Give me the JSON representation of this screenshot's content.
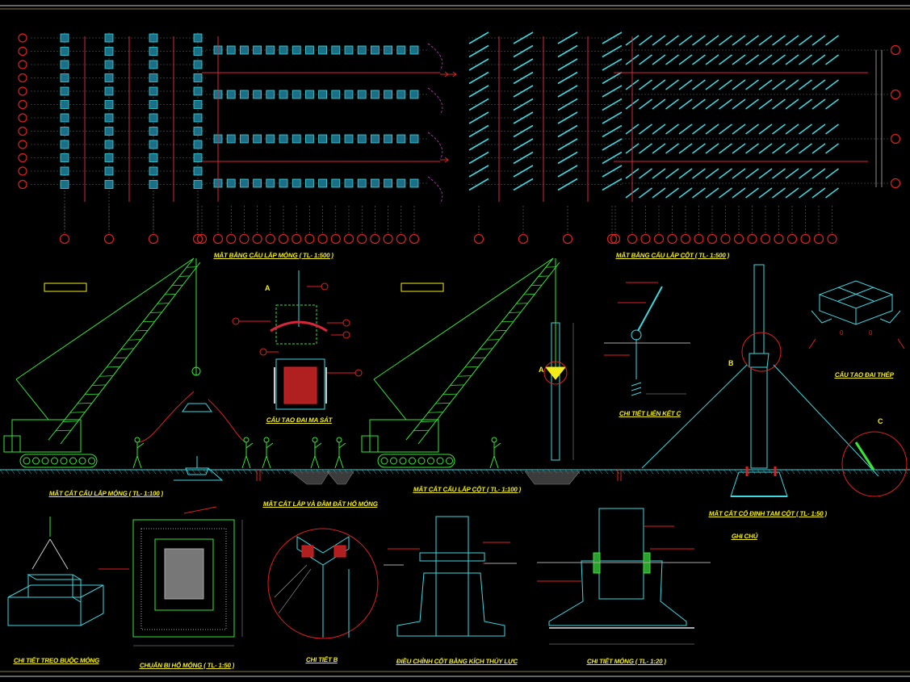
{
  "drawing": {
    "titles": {
      "foundation_plan": "MẶT BẰNG CẨU LẮP MÓNG ( TL- 1:500 )",
      "column_plan": "MẶT BẰNG CẨU LẮP CỘT ( TL- 1:500 )",
      "anchor_strap": "CẤU TẠO ĐAI MA SÁT",
      "section_footing": "MẶT CẮT CẨU LẮP MÓNG ( TL- 1:100 )",
      "section_backfill": "MẶT CẮT LẮP VÀ ĐẦM ĐẤT HỐ MÓNG",
      "section_column": "MẶT CẮT CẨU LẮP CỘT ( TL- 1:100 )",
      "detail_connection_c": "CHI TIẾT LIÊN KẾT C",
      "steel_collar": "CẤU TẠO ĐAI THÉP",
      "section_temp_fix": "MẶT CẮT CỐ ĐỊNH TẠM CỘT ( TL- 1:50 )",
      "notes": "GHI CHÚ",
      "detail_lifting": "CHI TIẾT TREO BUỘC MÓNG",
      "pit_preparation": "CHUẨN BỊ HỐ MÓNG ( TL- 1:50 )",
      "detail_b": "CHI TIẾT B",
      "jack_adjust": "ĐIỀU CHỈNH CỐT BẰNG KÍCH THỦY LỰC",
      "footing_detail": "CHI TIẾT MÓNG ( TL- 1:20 )"
    },
    "callouts": {
      "a1": "A",
      "a2": "A",
      "b": "B",
      "c": "C"
    }
  }
}
